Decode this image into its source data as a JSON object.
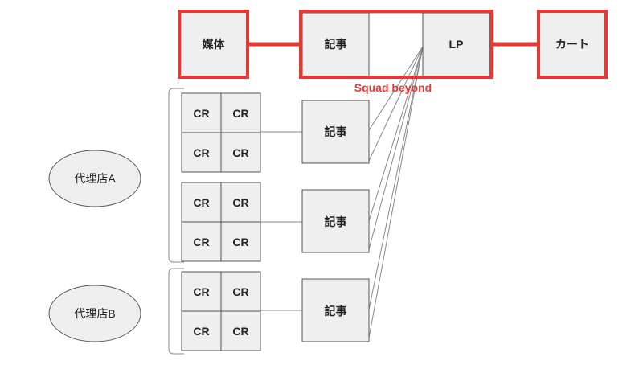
{
  "colors": {
    "highlight": "#e53935",
    "box_fill": "#efefef",
    "box_stroke": "#555555",
    "connector": "#888888"
  },
  "top_row": {
    "media": "媒体",
    "article": "記事",
    "lp": "LP",
    "cart": "カート",
    "squad_label": "Squad beyond"
  },
  "agencies": {
    "a": "代理店A",
    "b": "代理店B"
  },
  "groups": [
    {
      "article": "記事",
      "creatives": [
        "CR",
        "CR",
        "CR",
        "CR"
      ]
    },
    {
      "article": "記事",
      "creatives": [
        "CR",
        "CR",
        "CR",
        "CR"
      ]
    },
    {
      "article": "記事",
      "creatives": [
        "CR",
        "CR",
        "CR",
        "CR"
      ]
    }
  ]
}
